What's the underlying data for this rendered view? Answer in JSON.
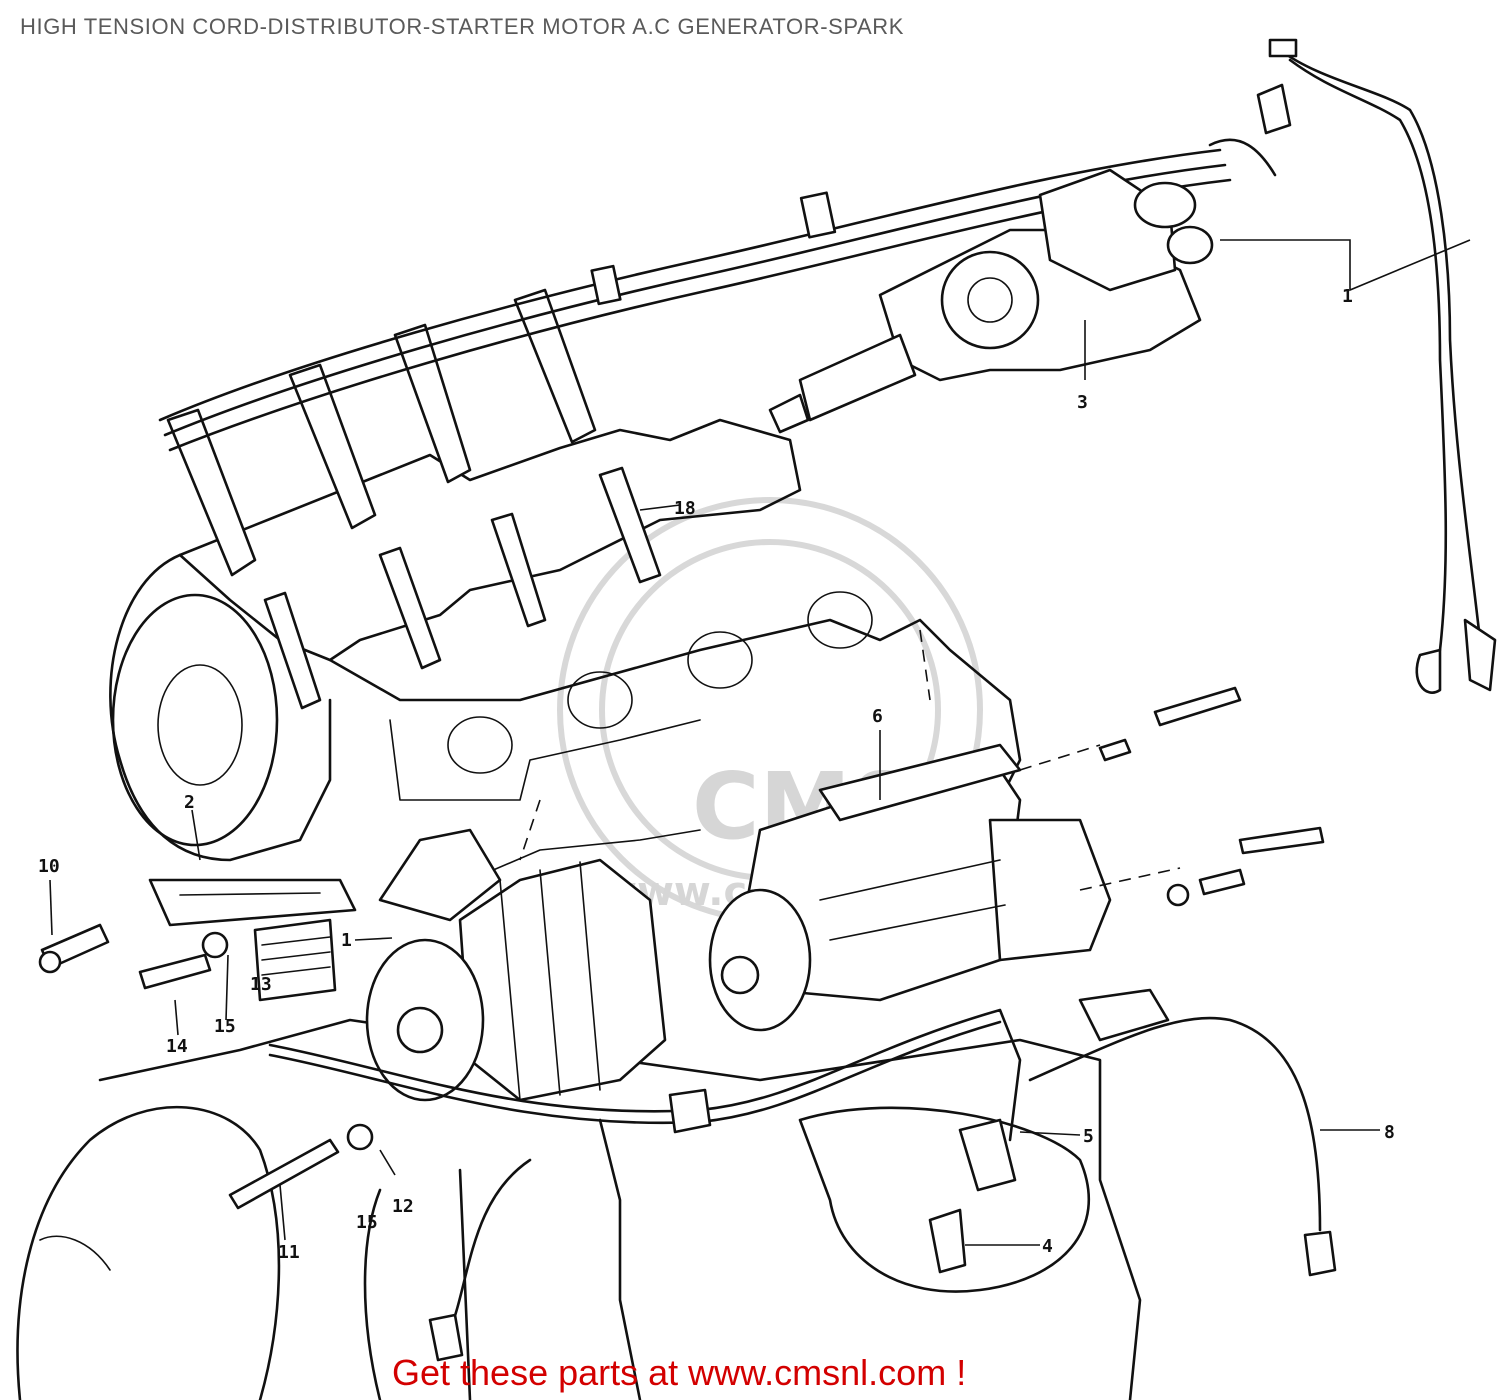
{
  "title": "HIGH TENSION CORD-DISTRIBUTOR-STARTER MOTOR A.C GENERATOR-SPARK",
  "footer": "Get these parts at www.cmsnl.com !",
  "watermark": {
    "logo_text": "CMS",
    "url_text": "www.cmsnl.com"
  },
  "callouts": [
    "1",
    "3",
    "18",
    "6",
    "2",
    "10",
    "1",
    "13",
    "15",
    "14",
    "5",
    "8",
    "12",
    "15",
    "11",
    "4"
  ],
  "colors": {
    "title": "#5a5a5a",
    "footer": "#d30000",
    "line_art": "#111111",
    "watermark": "#d6d6d6"
  }
}
